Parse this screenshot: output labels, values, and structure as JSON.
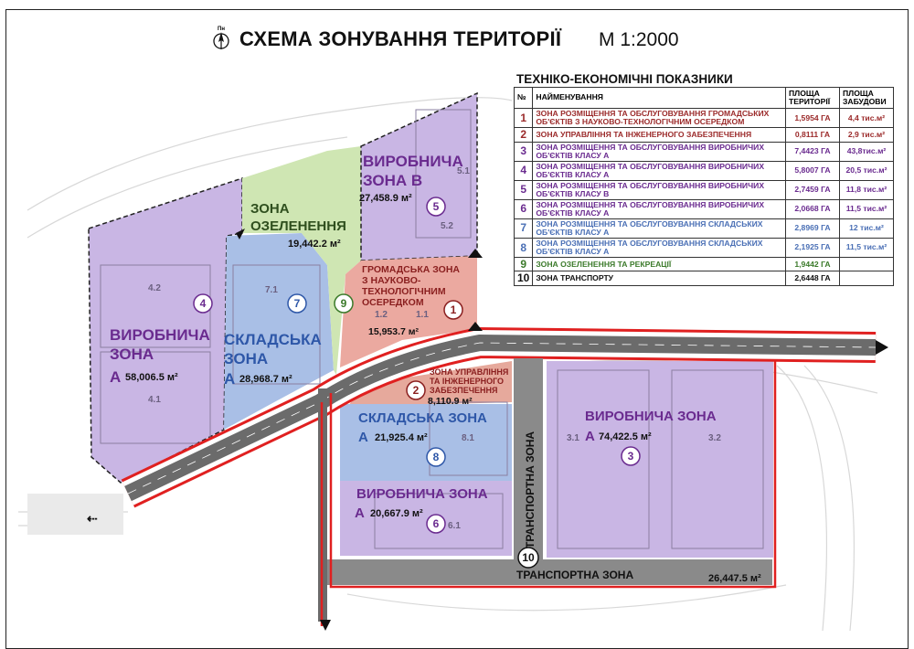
{
  "header": {
    "title": "СХЕМА ЗОНУВАННЯ ТЕРИТОРІЇ",
    "scale": "М 1:2000",
    "compass_label": "Пн"
  },
  "colors": {
    "industrial": "#c9b6e4",
    "warehouse": "#a9bfe6",
    "green": "#cfe6b3",
    "public": "#eba9a0",
    "road": "#6b6b6b",
    "boundary": "#e02020"
  },
  "table": {
    "title": "ТЕХНІКО-ЕКОНОМІЧНІ ПОКАЗНИКИ",
    "headers": [
      "№",
      "НАЙМЕНУВАННЯ",
      "ПЛОЩА ТЕРИТОРІЇ",
      "ПЛОЩА ЗАБУДОВИ"
    ],
    "rows": [
      {
        "n": "1",
        "name": "ЗОНА РОЗМІЩЕННЯ ТА ОБСЛУГОВУВАННЯ ГРОМАДСЬКИХ ОБ'ЄКТІВ З НАУКОВО-ТЕХНОЛОГІЧНИМ ОСЕРЕДКОМ",
        "area": "1,5954 ГА",
        "built": "4,4 тис.м²",
        "cls": "c1"
      },
      {
        "n": "2",
        "name": "ЗОНА УПРАВЛІННЯ ТА ІНЖЕНЕРНОГО ЗАБЕЗПЕЧЕННЯ",
        "area": "0,8111 ГА",
        "built": "2,9 тис.м²",
        "cls": "c1"
      },
      {
        "n": "3",
        "name": "ЗОНА РОЗМІЩЕННЯ ТА ОБСЛУГОВУВАННЯ ВИРОБНИЧИХ ОБ'ЄКТІВ КЛАСУ А",
        "area": "7,4423 ГА",
        "built": "43,8тис.м²",
        "cls": "c3"
      },
      {
        "n": "4",
        "name": "ЗОНА РОЗМІЩЕННЯ ТА ОБСЛУГОВУВАННЯ ВИРОБНИЧИХ ОБ'ЄКТІВ КЛАСУ А",
        "area": "5,8007 ГА",
        "built": "20,5 тис.м²",
        "cls": "c3"
      },
      {
        "n": "5",
        "name": "ЗОНА РОЗМІЩЕННЯ ТА ОБСЛУГОВУВАННЯ ВИРОБНИЧИХ ОБ'ЄКТІВ КЛАСУ В",
        "area": "2,7459 ГА",
        "built": "11,8 тис.м²",
        "cls": "c3"
      },
      {
        "n": "6",
        "name": "ЗОНА РОЗМІЩЕННЯ ТА ОБСЛУГОВУВАННЯ ВИРОБНИЧИХ ОБ'ЄКТІВ КЛАСУ А",
        "area": "2,0668 ГА",
        "built": "11,5 тис.м²",
        "cls": "c3"
      },
      {
        "n": "7",
        "name": "ЗОНА РОЗМІЩЕННЯ ТА ОБСЛУГОВУВАННЯ СКЛАДСЬКИХ ОБ'ЄКТІВ КЛАСУ А",
        "area": "2,8969 ГА",
        "built": "12 тис.м²",
        "cls": "c7"
      },
      {
        "n": "8",
        "name": "ЗОНА РОЗМІЩЕННЯ ТА ОБСЛУГОВУВАННЯ СКЛАДСЬКИХ ОБ'ЄКТІВ КЛАСУ А",
        "area": "2,1925 ГА",
        "built": "11,5 тис.м²",
        "cls": "c7"
      },
      {
        "n": "9",
        "name": "ЗОНА ОЗЕЛЕНЕННЯ ТА РЕКРЕАЦІЇ",
        "area": "1,9442 ГА",
        "built": "",
        "cls": "c9"
      },
      {
        "n": "10",
        "name": "ЗОНА ТРАНСПОРТУ",
        "area": "2,6448 ГА",
        "built": "",
        "cls": "c10"
      }
    ]
  },
  "map": {
    "zone1": {
      "l1": "ГРОМАДСЬКА ЗОНА",
      "l2": "З НАУКОВО-",
      "l3": "ТЕХНОЛОГІЧНИМ",
      "l4": "ОСЕРЕДКОМ",
      "area": "15,953.7 м²",
      "num": "1"
    },
    "zone2": {
      "l1": "ЗОНА УПРАВЛІННЯ",
      "l2": "ТА ІНЖЕНЕРНОГО",
      "l3": "ЗАБЕЗПЕЧЕННЯ",
      "area": "8,110.9 м²",
      "num": "2"
    },
    "zone3": {
      "l1": "ВИРОБНИЧА ЗОНА",
      "cls": "А",
      "area": "74,422.5 м²",
      "num": "3"
    },
    "zone4": {
      "l1": "ВИРОБНИЧА",
      "l2": "ЗОНА",
      "cls": "А",
      "area": "58,006.5 м²",
      "num": "4"
    },
    "zone5": {
      "l1": "ВИРОБНИЧА",
      "l2": "ЗОНА В",
      "area": "27,458.9 м²",
      "num": "5"
    },
    "zone6": {
      "l1": "ВИРОБНИЧА ЗОНА",
      "cls": "А",
      "area": "20,667.9 м²",
      "num": "6"
    },
    "zone7": {
      "l1": "СКЛАДСЬКА",
      "l2": "ЗОНА",
      "cls": "А",
      "area": "28,968.7 м²",
      "num": "7"
    },
    "zone8": {
      "l1": "СКЛАДСЬКА ЗОНА",
      "cls": "А",
      "area": "21,925.4 м²",
      "num": "8"
    },
    "zone9": {
      "l1": "ЗОНА",
      "l2": "ОЗЕЛЕНЕННЯ",
      "area": "19,442.2 м²",
      "num": "9"
    },
    "zone10": {
      "vertical": "ТРАНСПОРТНА ЗОНА",
      "horizontal": "ТРАНСПОРТНА ЗОНА",
      "area": "26,447.5 м²",
      "num": "10"
    },
    "buildings": [
      "4.2",
      "4.1",
      "7.1",
      "5.1",
      "5.2",
      "1.2",
      "1.1",
      "8.1",
      "6.1",
      "3.1",
      "3.2"
    ]
  }
}
